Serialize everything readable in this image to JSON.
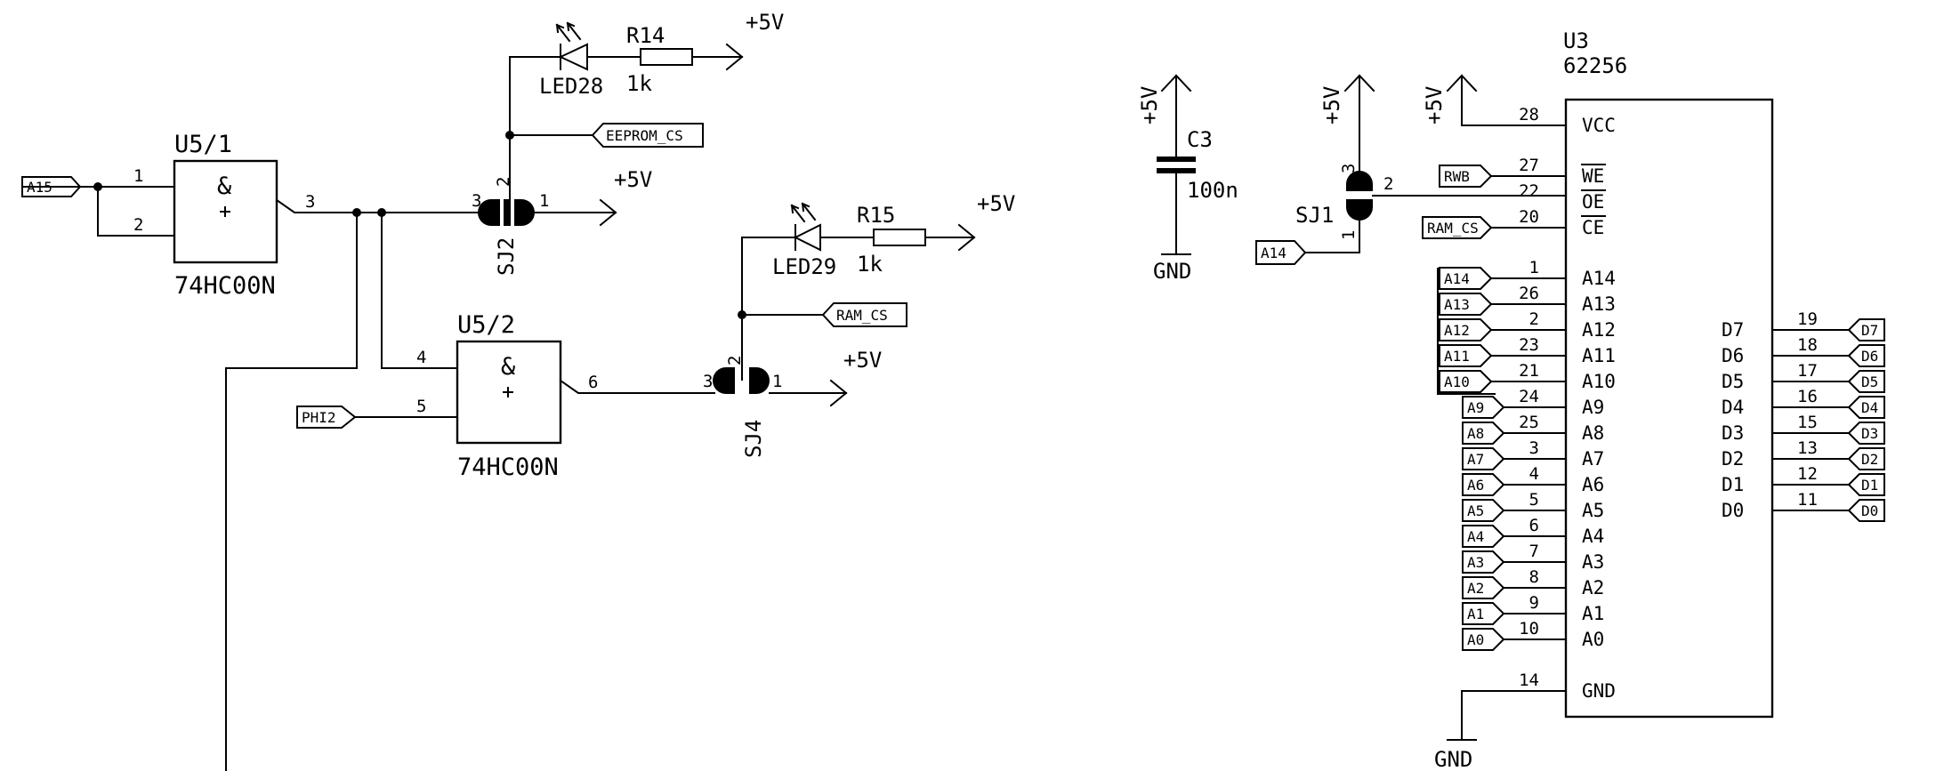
{
  "u5_1": {
    "ref": "U5/1",
    "value": "74HC00N",
    "symbol": "&",
    "pin_in1": "1",
    "pin_in2": "2",
    "pin_out": "3"
  },
  "u5_2": {
    "ref": "U5/2",
    "value": "74HC00N",
    "symbol": "&",
    "pin_in1": "4",
    "pin_in2": "5",
    "pin_out": "6"
  },
  "sj2": {
    "ref": "SJ2",
    "pin3": "3",
    "pin1": "1",
    "pin2": "2",
    "supply": "+5V"
  },
  "sj4": {
    "ref": "SJ4",
    "pin3": "3",
    "pin1": "1",
    "pin2": "2",
    "supply": "+5V"
  },
  "sj1": {
    "ref": "SJ1",
    "pin3": "3",
    "pin1": "1",
    "pin2": "2",
    "supply": "+5V"
  },
  "led28": {
    "ref": "LED28"
  },
  "led29": {
    "ref": "LED29"
  },
  "r14": {
    "ref": "R14",
    "value": "1k",
    "supply": "+5V"
  },
  "r15": {
    "ref": "R15",
    "value": "1k",
    "supply": "+5V"
  },
  "c3": {
    "ref": "C3",
    "value": "100n",
    "supply": "+5V",
    "gnd": "GND"
  },
  "nets": {
    "a15": "A15",
    "phi2": "PHI2",
    "eeprom_cs": "EEPROM_CS",
    "ram_cs_1": "RAM_CS",
    "ram_cs_2": "RAM_CS",
    "rwb": "RWB",
    "a14_sj1": "A14"
  },
  "u3": {
    "ref": "U3",
    "value": "62256",
    "vcc_supply": "+5V",
    "gnd": "GND",
    "left_pins": [
      {
        "num": "28",
        "name": "VCC",
        "net": ""
      },
      {
        "num": "27",
        "name": "WE",
        "net": "RWB"
      },
      {
        "num": "22",
        "name": "OE",
        "net": ""
      },
      {
        "num": "20",
        "name": "CE",
        "net": "RAM_CS"
      },
      {
        "num": "1",
        "name": "A14",
        "net": "A14"
      },
      {
        "num": "26",
        "name": "A13",
        "net": "A13"
      },
      {
        "num": "2",
        "name": "A12",
        "net": "A12"
      },
      {
        "num": "23",
        "name": "A11",
        "net": "A11"
      },
      {
        "num": "21",
        "name": "A10",
        "net": "A10"
      },
      {
        "num": "24",
        "name": "A9",
        "net": "A9"
      },
      {
        "num": "25",
        "name": "A8",
        "net": "A8"
      },
      {
        "num": "3",
        "name": "A7",
        "net": "A7"
      },
      {
        "num": "4",
        "name": "A6",
        "net": "A6"
      },
      {
        "num": "5",
        "name": "A5",
        "net": "A5"
      },
      {
        "num": "6",
        "name": "A4",
        "net": "A4"
      },
      {
        "num": "7",
        "name": "A3",
        "net": "A3"
      },
      {
        "num": "8",
        "name": "A2",
        "net": "A2"
      },
      {
        "num": "9",
        "name": "A1",
        "net": "A1"
      },
      {
        "num": "10",
        "name": "A0",
        "net": "A0"
      },
      {
        "num": "14",
        "name": "GND",
        "net": ""
      }
    ],
    "right_pins": [
      {
        "num": "19",
        "name": "D7",
        "net": "D7"
      },
      {
        "num": "18",
        "name": "D6",
        "net": "D6"
      },
      {
        "num": "17",
        "name": "D5",
        "net": "D5"
      },
      {
        "num": "16",
        "name": "D4",
        "net": "D4"
      },
      {
        "num": "15",
        "name": "D3",
        "net": "D3"
      },
      {
        "num": "13",
        "name": "D2",
        "net": "D2"
      },
      {
        "num": "12",
        "name": "D1",
        "net": "D1"
      },
      {
        "num": "11",
        "name": "D0",
        "net": "D0"
      }
    ]
  }
}
